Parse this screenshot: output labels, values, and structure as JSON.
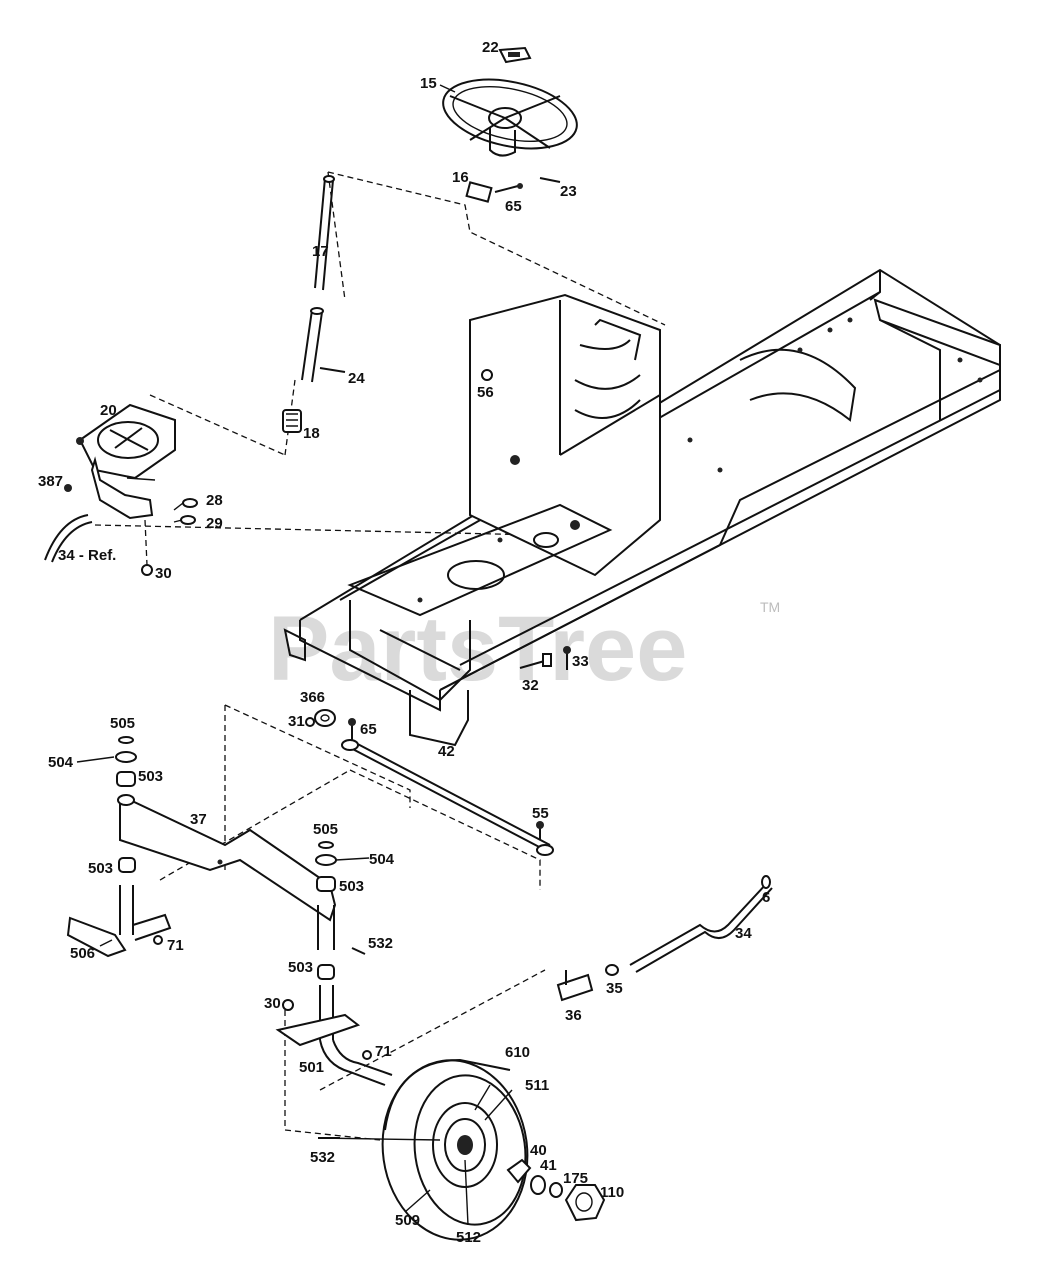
{
  "watermark": {
    "text": "PartsTree",
    "trademark": "TM"
  },
  "labels": {
    "p22": "22",
    "p15": "15",
    "p16": "16",
    "p65a": "65",
    "p23": "23",
    "p17": "17",
    "p24": "24",
    "p18": "18",
    "p20": "20",
    "p387": "387",
    "p28": "28",
    "p29": "29",
    "p34ref": "34 - Ref.",
    "p30a": "30",
    "p56": "56",
    "p33": "33",
    "p32": "32",
    "p366": "366",
    "p31": "31",
    "p65b": "65",
    "p42": "42",
    "p55": "55",
    "p505a": "505",
    "p504a": "504",
    "p503a": "503",
    "p37": "37",
    "p505b": "505",
    "p504b": "504",
    "p503b": "503",
    "p503c": "503",
    "p506": "506",
    "p71a": "71",
    "p532a": "532",
    "p503d": "503",
    "p6": "6",
    "p34": "34",
    "p35": "35",
    "p36": "36",
    "p30b": "30",
    "p71b": "71",
    "p501": "501",
    "p610": "610",
    "p511": "511",
    "p532b": "532",
    "p40": "40",
    "p41": "41",
    "p175": "175",
    "p110": "110",
    "p509": "509",
    "p512": "512"
  }
}
